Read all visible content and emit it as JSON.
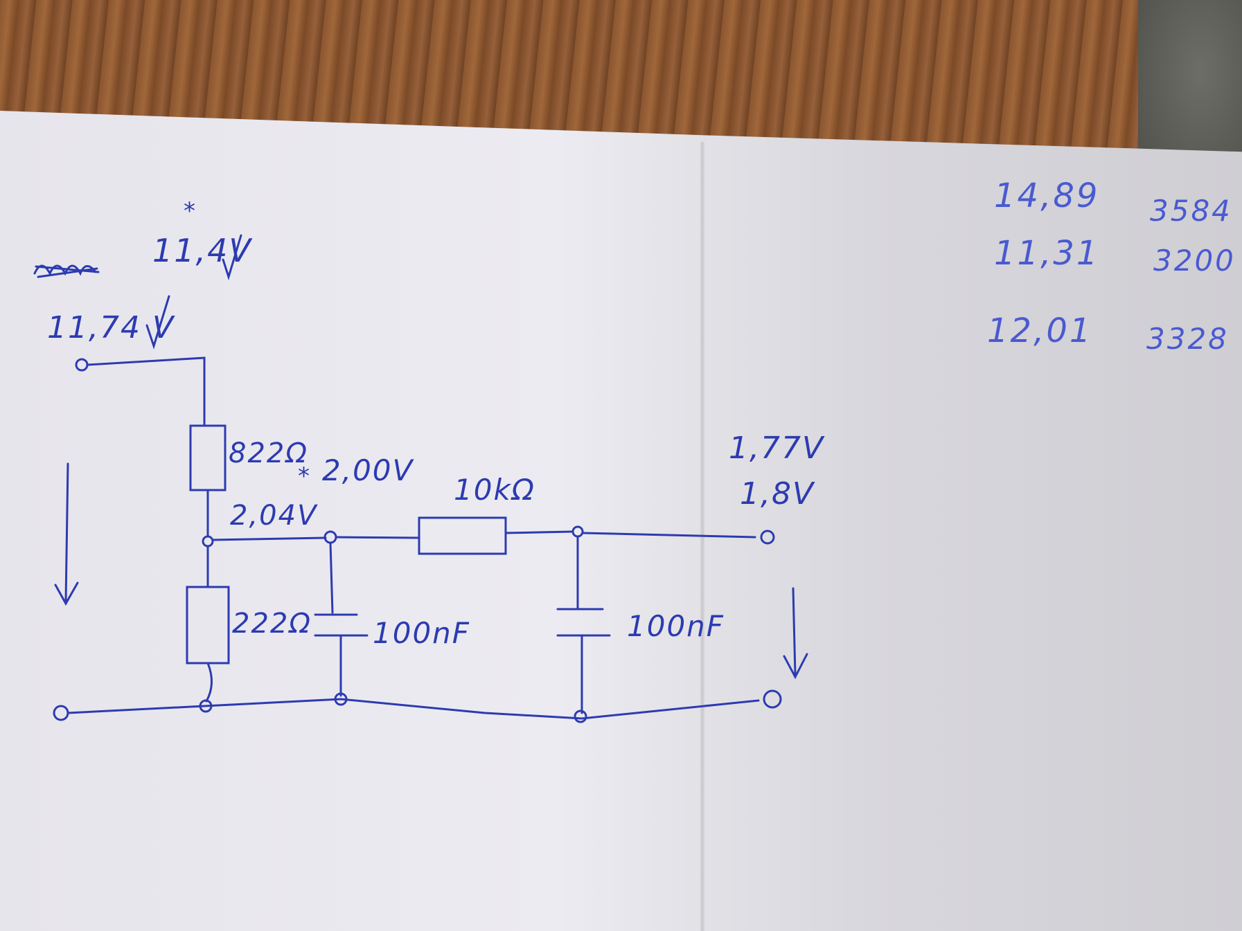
{
  "circuit": {
    "input_voltage_starred": "11,4V",
    "input_voltage": "11,74 V",
    "resistor_top": "822Ω",
    "resistor_bottom": "222Ω",
    "resistor_series": "10kΩ",
    "node_voltage": "2,04V",
    "node_voltage_starred": "2,00V",
    "capacitor_1": "100nF",
    "capacitor_2": "100nF",
    "output_voltage_starred": "1,77V",
    "output_voltage": "1,8V",
    "star": "*",
    "star_2": "*"
  },
  "notes": {
    "rows": [
      {
        "a": "14,89",
        "b": "3584"
      },
      {
        "a": "11,31",
        "b": "3200"
      },
      {
        "a": "12,01",
        "b": "3328"
      }
    ]
  },
  "ink_color": "#2c3bb0"
}
